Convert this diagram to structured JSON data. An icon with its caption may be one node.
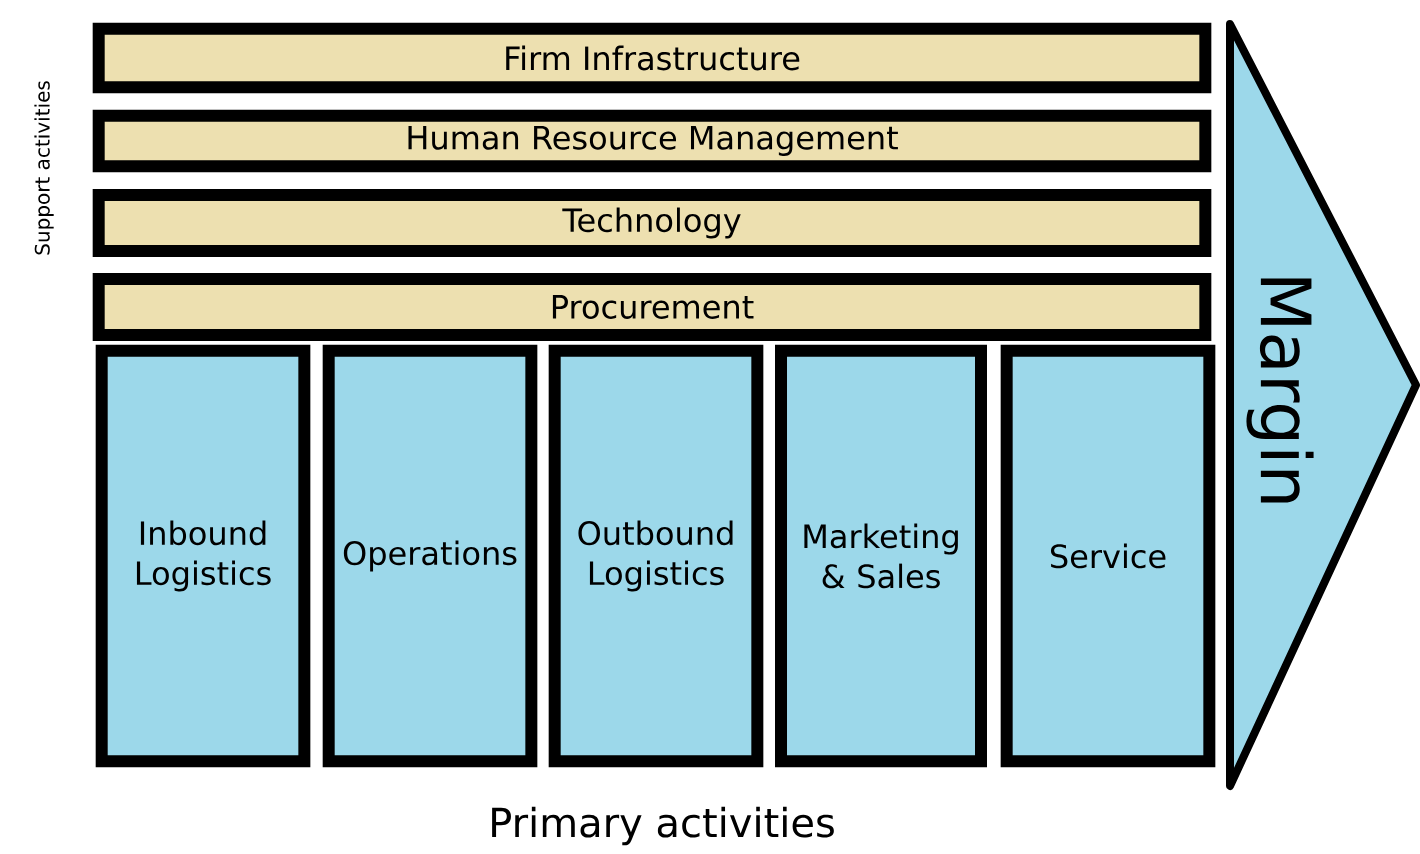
{
  "diagram": {
    "nodes": [
      {
        "text": [
          "Firm Infrastructure"
        ]
      },
      {
        "text": [
          "Human Resource Management"
        ]
      },
      {
        "text": [
          "Technology"
        ]
      },
      {
        "text": [
          "Procurement"
        ]
      },
      {
        "text": [
          "Inbound Logistics"
        ]
      },
      {
        "text": [
          "Operations"
        ]
      },
      {
        "text": [
          "Outbound Logistics"
        ]
      },
      {
        "text": [
          "Marketing & Sales"
        ]
      },
      {
        "text": [
          "Service"
        ]
      },
      {
        "text": [
          "Margin"
        ]
      }
    ],
    "labels": [
      "Support activities",
      "Primary activities"
    ]
  }
}
